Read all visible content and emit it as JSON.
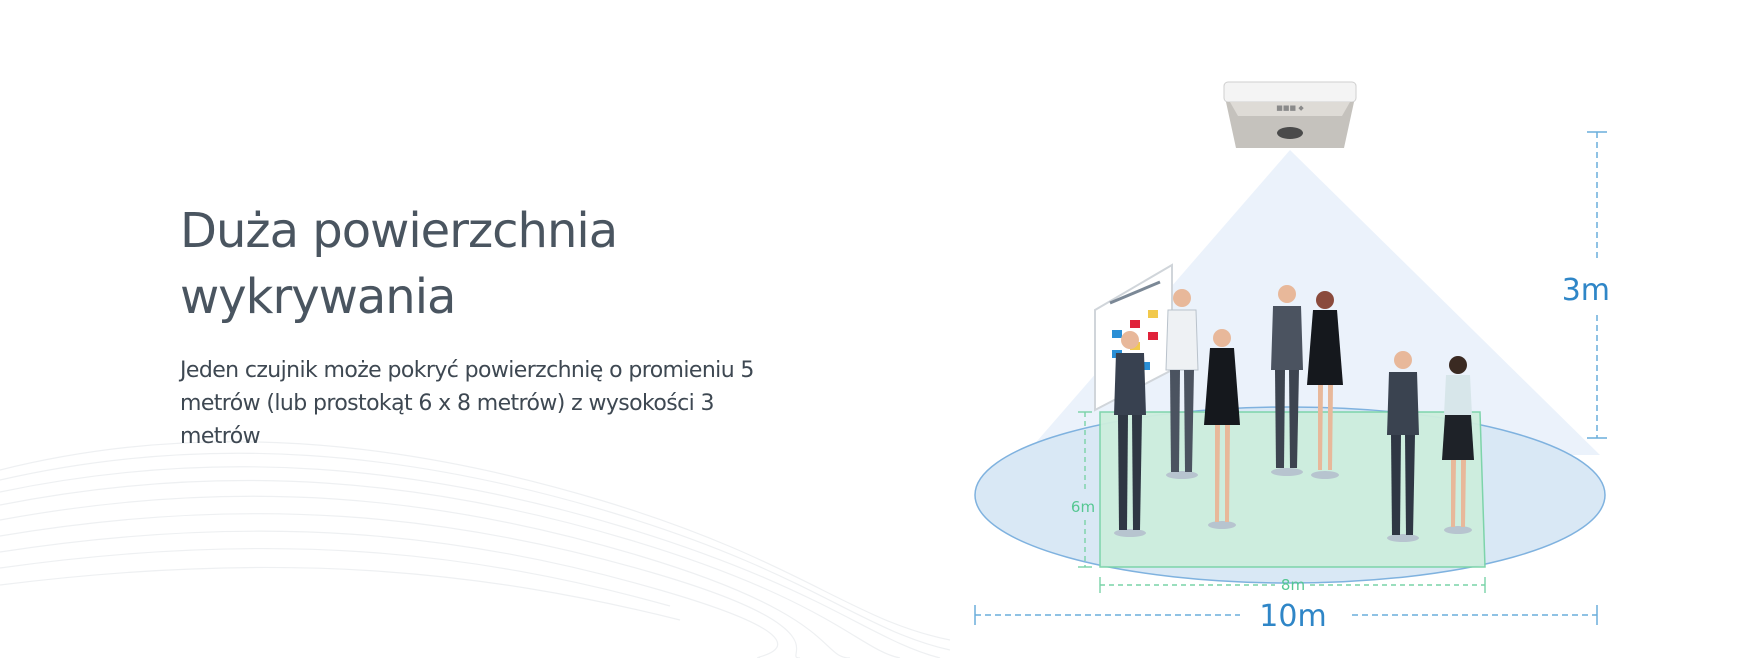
{
  "heading": "Duża powierzchnia wykrywania",
  "description": "Jeden czujnik może pokryć powierzchnię o promieniu 5 metrów (lub prostokąt 6 x 8 metrów) z wysokości 3 metrów",
  "dimensions": {
    "height": "3m",
    "diameter": "10m",
    "rect_width": "8m",
    "rect_depth": "6m"
  },
  "colors": {
    "heading": "#4a5560",
    "dimension_blue": "#2f86c7",
    "dimension_green": "#55c792",
    "floor_circle": "#d9e8f5",
    "floor_rect": "#cdeedd"
  }
}
